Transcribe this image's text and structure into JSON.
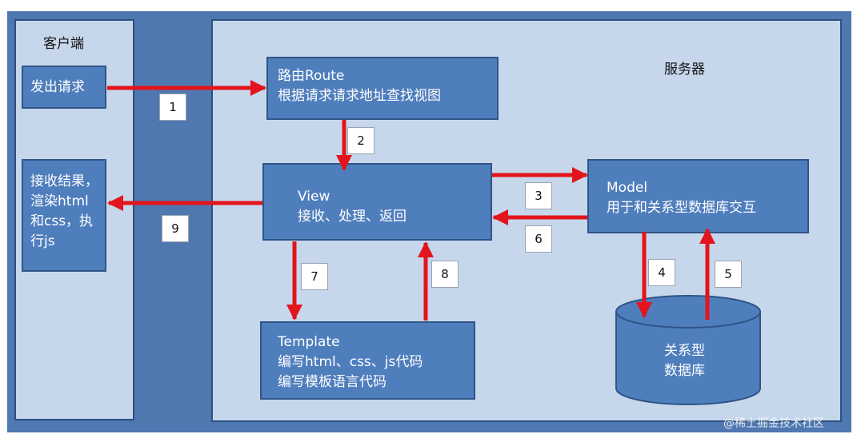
{
  "client": {
    "title": "客户端",
    "send_request": "发出请求",
    "receive_lines": [
      "接收结果，",
      "渲染html",
      "和css，执",
      "行js"
    ]
  },
  "server": {
    "title": "服务器",
    "route_lines": [
      "路由Route",
      "根据请求请求地址查找视图"
    ],
    "view_lines": [
      "View",
      "接收、处理、返回"
    ],
    "model_lines": [
      "Model",
      "用于和关系型数据库交互"
    ],
    "template_lines": [
      "Template",
      "编写html、css、js代码",
      "编写模板语言代码"
    ],
    "database_lines": [
      "关系型",
      "数据库"
    ]
  },
  "step_labels": [
    "1",
    "2",
    "3",
    "6",
    "9",
    "7",
    "8",
    "4",
    "5"
  ],
  "colors": {
    "frame": "#4f78b0",
    "panel": "#c6d7ec",
    "box": "#4f7ebd",
    "arrow": "#e3141b"
  },
  "watermark": "@稀土掘金技术社区"
}
